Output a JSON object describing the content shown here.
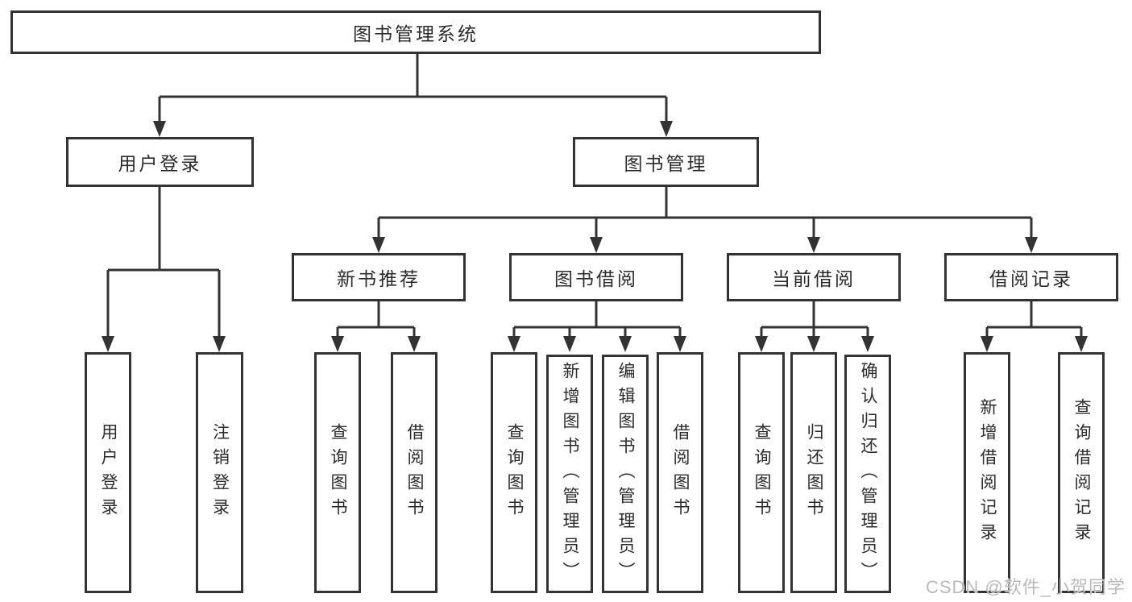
{
  "diagram": {
    "root_label": "图书管理系统",
    "branches": [
      {
        "label": "用户登录",
        "children": [
          {
            "label": "用户登录"
          },
          {
            "label": "注销登录"
          }
        ]
      },
      {
        "label": "图书管理",
        "children": [
          {
            "label": "新书推荐",
            "children": [
              {
                "label": "查询图书"
              },
              {
                "label": "借阅图书"
              }
            ]
          },
          {
            "label": "图书借阅",
            "children": [
              {
                "label": "查询图书"
              },
              {
                "label": "新增图书（管理员）"
              },
              {
                "label": "编辑图书（管理员）"
              },
              {
                "label": "借阅图书"
              }
            ]
          },
          {
            "label": "当前借阅",
            "children": [
              {
                "label": "查询图书"
              },
              {
                "label": "归还图书"
              },
              {
                "label": "确认归还（管理员）"
              }
            ]
          },
          {
            "label": "借阅记录",
            "children": [
              {
                "label": "新增借阅记录"
              },
              {
                "label": "查询借阅记录"
              }
            ]
          }
        ]
      }
    ]
  },
  "watermark": {
    "text": "CSDN @软件_小贺同学"
  },
  "colors": {
    "line": "#333333",
    "text": "#2b2b2b",
    "background": "#ffffff",
    "watermark": "#b9b9b9"
  }
}
